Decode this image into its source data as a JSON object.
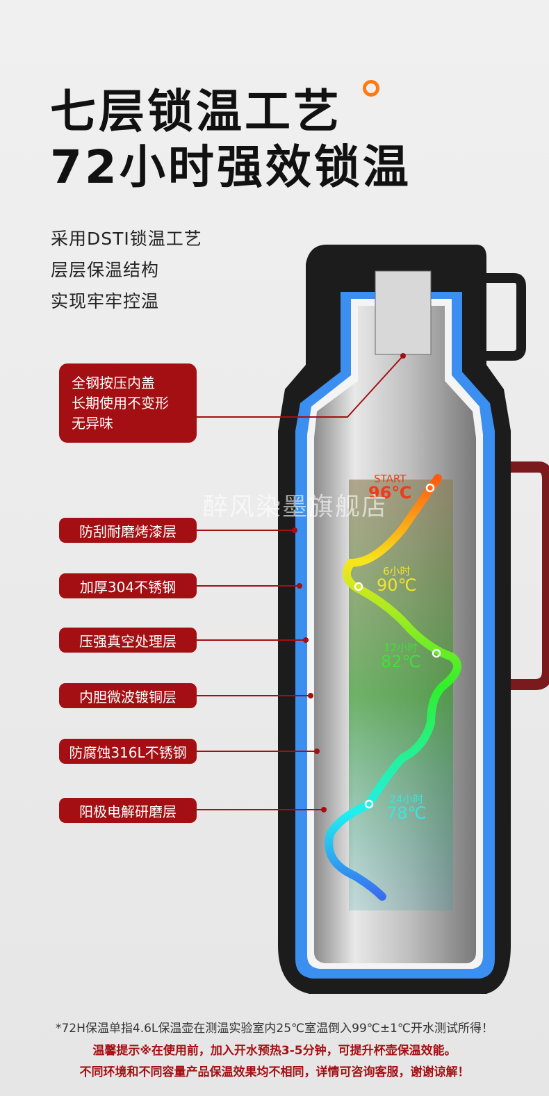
{
  "headline": {
    "line1": "七层锁温工艺",
    "line2": "72小时强效锁温"
  },
  "intro": [
    "采用DSTI锁温工艺",
    "层层保温结构",
    "实现牢牢控温"
  ],
  "lid_callout": [
    "全钢按压内盖",
    "长期使用不变形",
    "无异味"
  ],
  "layers": [
    "防刮耐磨烤漆层",
    "加厚304不锈钢",
    "压强真空处理层",
    "内胆微波镀铜层",
    "防腐蚀316L不锈钢",
    "阳极电解研磨层"
  ],
  "temperature_curve": [
    {
      "time": "START",
      "value": "96℃",
      "color": "#f03a1a"
    },
    {
      "time": "6小时",
      "value": "90℃",
      "color": "#f2e52a"
    },
    {
      "time": "12小时",
      "value": "82℃",
      "color": "#3fe03a"
    },
    {
      "time": "24小时",
      "value": "78℃",
      "color": "#38e6e0"
    }
  ],
  "watermark": "醉风染墨旗舰店",
  "footnotes": {
    "test_note": "*72H保温单指4.6L保温壶在测温实验室内25℃室温倒入99℃±1℃开水测试所得！",
    "tip": "温馨提示※在使用前，加入开水预热3-5分钟，可提升杯壶保温效能。",
    "disclaimer": "不同环境和不同容量产品保温效果均不相同，详情可咨询客服，谢谢谅解！"
  },
  "colors": {
    "brand_red": "#a30f12",
    "accent_orange": "#ff7a12",
    "inner_blue": "#3a8ff0"
  }
}
